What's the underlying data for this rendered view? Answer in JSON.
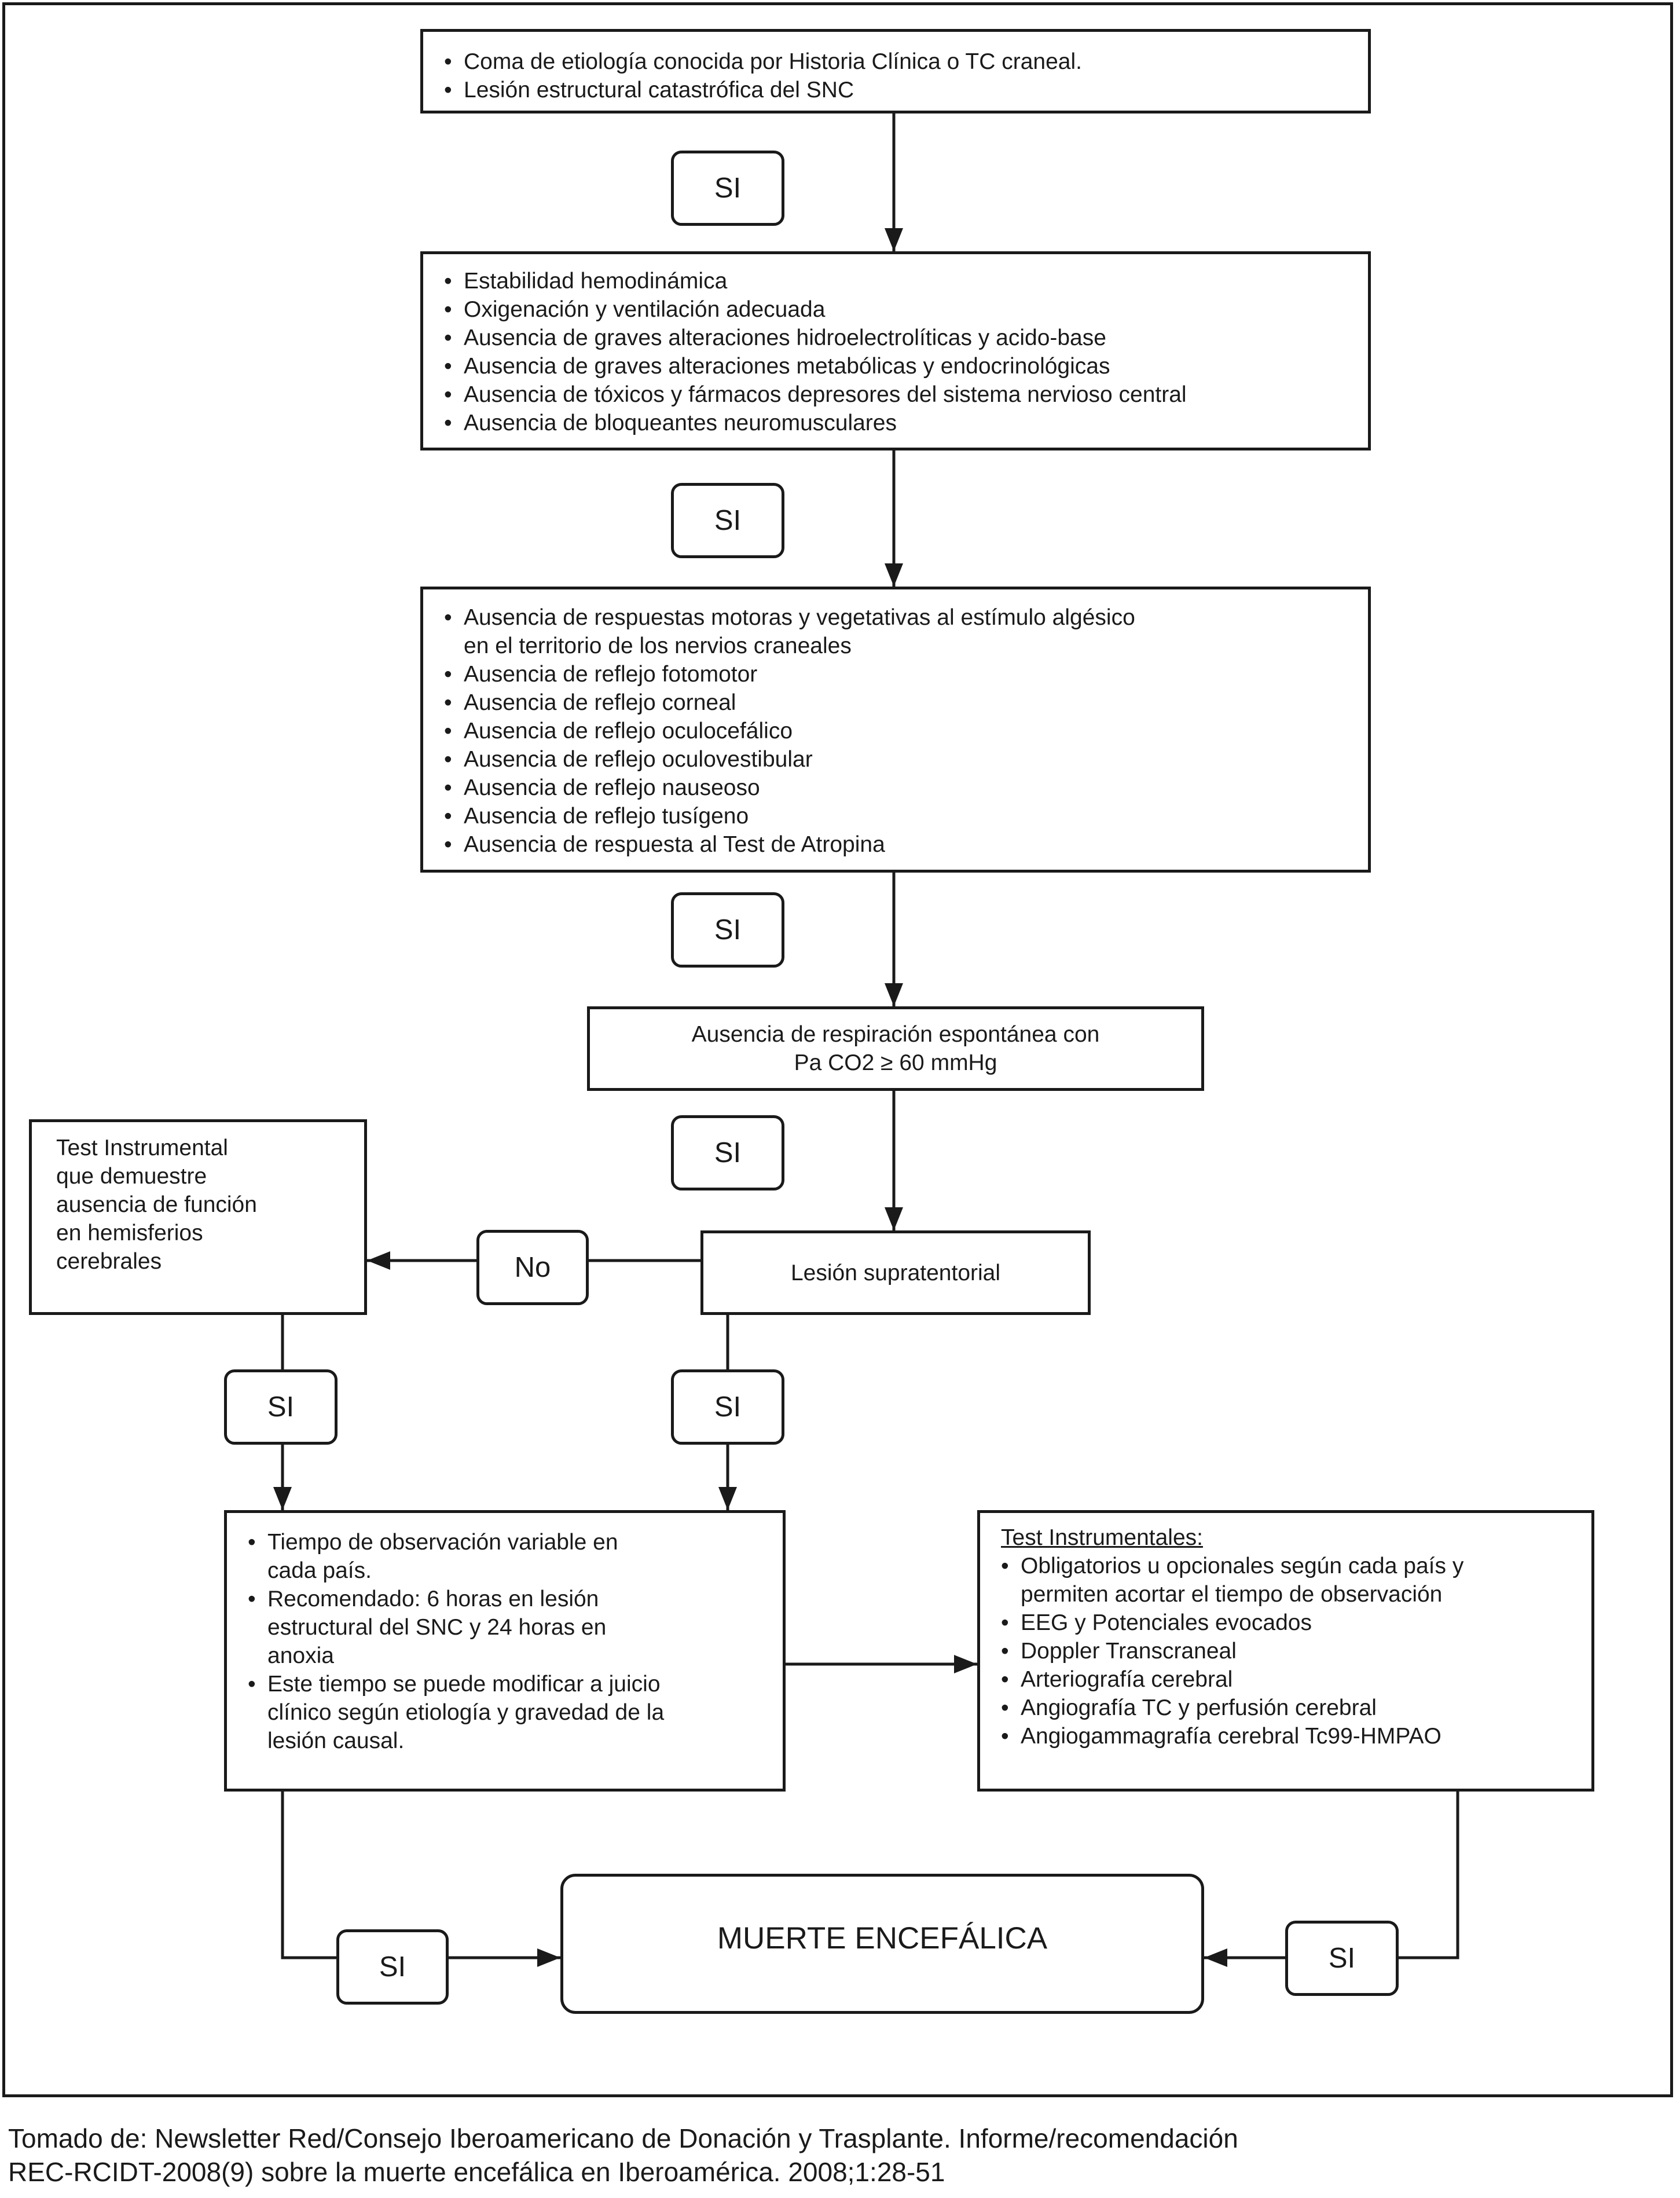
{
  "boxes": {
    "b1": [
      "Coma de etiología conocida por Historia Clínica o TC craneal.",
      "Lesión estructural catastrófica del SNC"
    ],
    "b2": [
      "Estabilidad hemodinámica",
      "Oxigenación y ventilación adecuada",
      "Ausencia de graves alteraciones hidroelectrolíticas y acido-base",
      "Ausencia de graves alteraciones metabólicas y endocrinológicas",
      "Ausencia de tóxicos y fármacos depresores del sistema nervioso central",
      "Ausencia de bloqueantes neuromusculares"
    ],
    "b3": [
      "Ausencia de respuestas motoras y vegetativas al estímulo algésico en el territorio de los nervios craneales",
      "Ausencia de reflejo fotomotor",
      "Ausencia de reflejo corneal",
      "Ausencia de reflejo oculocefálico",
      "Ausencia de reflejo oculovestibular",
      "Ausencia de reflejo nauseoso",
      "Ausencia de reflejo tusígeno",
      "Ausencia de respuesta al Test de Atropina"
    ],
    "b4_line1": "Ausencia de respiración espontánea con",
    "b4_line2": "Pa CO2 ≥ 60 mmHg",
    "b5": "Lesión supratentorial",
    "b6": "Test Instrumental que demuestre ausencia de función en hemisferios cerebrales",
    "b7": [
      "Tiempo de observación variable en cada país.",
      "Recomendado: 6 horas en lesión estructural del SNC y 24 horas en anoxia",
      "Este tiempo se puede modificar a juicio clínico según etiología y gravedad de la lesión causal."
    ],
    "b8_title": "Test Instrumentales:",
    "b8": [
      "Obligatorios u opcionales según cada país y permiten acortar el tiempo de observación",
      "EEG y Potenciales evocados",
      "Doppler Transcraneal",
      "Arteriografía cerebral",
      "Angiografía TC y perfusión cerebral",
      "Angiogammagrafía cerebral Tc99-HMPAO"
    ],
    "final": "MUERTE ENCEFÁLICA"
  },
  "labels": {
    "si": "SI",
    "no": "No"
  },
  "caption": {
    "line1": "Tomado de: Newsletter Red/Consejo Iberoamericano de Donación y Trasplante. Informe/recomendación",
    "line2": "REC-RCIDT-2008(9) sobre la muerte encefálica en Iberoamérica. 2008;1:28-51"
  }
}
